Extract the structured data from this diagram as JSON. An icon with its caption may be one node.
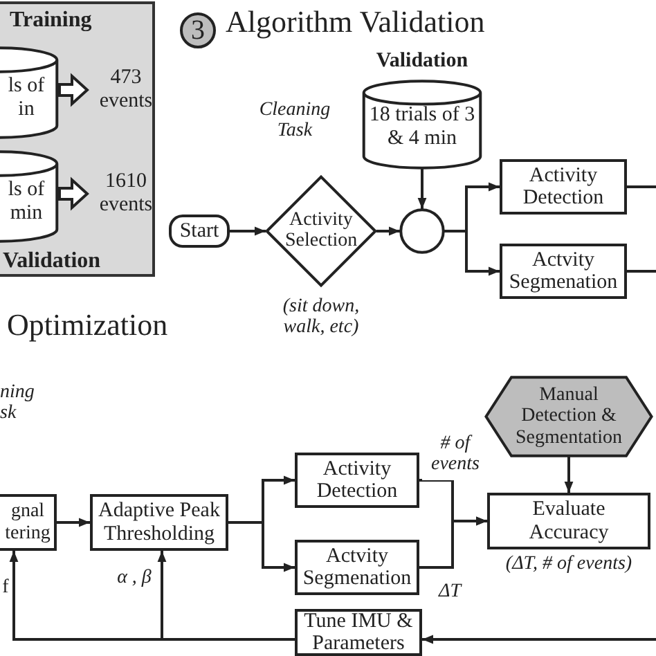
{
  "diagram": {
    "nodes": [
      {
        "text": [
          "Training",
          "Validation"
        ]
      },
      {
        "text": [
          "ls of in"
        ],
        "in": 0
      },
      {
        "text": [
          "473 events"
        ],
        "in": 0
      },
      {
        "text": [
          "ls of min"
        ],
        "in": 0
      },
      {
        "text": [
          "1610 events"
        ],
        "in": 0
      },
      {
        "text": [
          "3"
        ],
        "beside": [
          "Algorithm Validation"
        ]
      },
      {
        "text": [
          "Validation",
          "18 trials of 3 & 4 min"
        ]
      },
      {
        "text": [
          "Start"
        ]
      },
      {
        "text": [
          "Activity Selection"
        ],
        "beside": [
          "(sit down, walk, etc)"
        ]
      },
      {
        "text": [],
        "shape": "circle"
      },
      {
        "text": [
          "Activity Detection"
        ]
      },
      {
        "text": [
          "Actvity Segmenation"
        ]
      },
      {
        "text": [
          "gnal tering"
        ]
      },
      {
        "text": [
          "Adaptive Peak Thresholding"
        ]
      },
      {
        "text": [
          "Activity Detection"
        ]
      },
      {
        "text": [
          "Actvity Segmenation"
        ]
      },
      {
        "text": [
          "Manual Detection & Segmentation"
        ]
      },
      {
        "text": [
          "Evaluate Accuracy"
        ],
        "beside": [
          "(ΔT, # of events)"
        ]
      },
      {
        "text": [
          "Tune IMU & Parameters"
        ]
      }
    ],
    "edges": [
      {
        "from": 1,
        "to": 2,
        "arrow": "to"
      },
      {
        "from": 3,
        "to": 4,
        "arrow": "to"
      },
      {
        "from": 7,
        "to": 8,
        "arrow": "to"
      },
      {
        "from": 8,
        "to": 9,
        "arrow": "to"
      },
      {
        "from": 6,
        "to": 9,
        "arrow": "to"
      },
      {
        "from": 9,
        "to": 10,
        "arrow": "to"
      },
      {
        "from": 9,
        "to": 11,
        "arrow": "to"
      },
      {
        "from": 10,
        "to": null,
        "arrow": "none"
      },
      {
        "from": 11,
        "to": null,
        "arrow": "none"
      },
      {
        "from": 12,
        "to": 13,
        "arrow": "to"
      },
      {
        "from": 13,
        "to": 14,
        "arrow": "to"
      },
      {
        "from": 13,
        "to": 15,
        "arrow": "to"
      },
      {
        "from": 14,
        "to": 17,
        "arrow": "to",
        "label": "# of events"
      },
      {
        "from": 15,
        "to": 17,
        "arrow": "to",
        "label": "ΔT"
      },
      {
        "from": 16,
        "to": 17,
        "arrow": "to"
      },
      {
        "from": null,
        "to": 18,
        "arrow": "to"
      },
      {
        "from": 18,
        "to": 12,
        "arrow": "to",
        "label": "f"
      },
      {
        "from": 18,
        "to": 13,
        "arrow": "to",
        "label": "α , β"
      }
    ],
    "labels": [
      "Cleaning Task",
      "Optimization",
      "ning sk"
    ]
  }
}
